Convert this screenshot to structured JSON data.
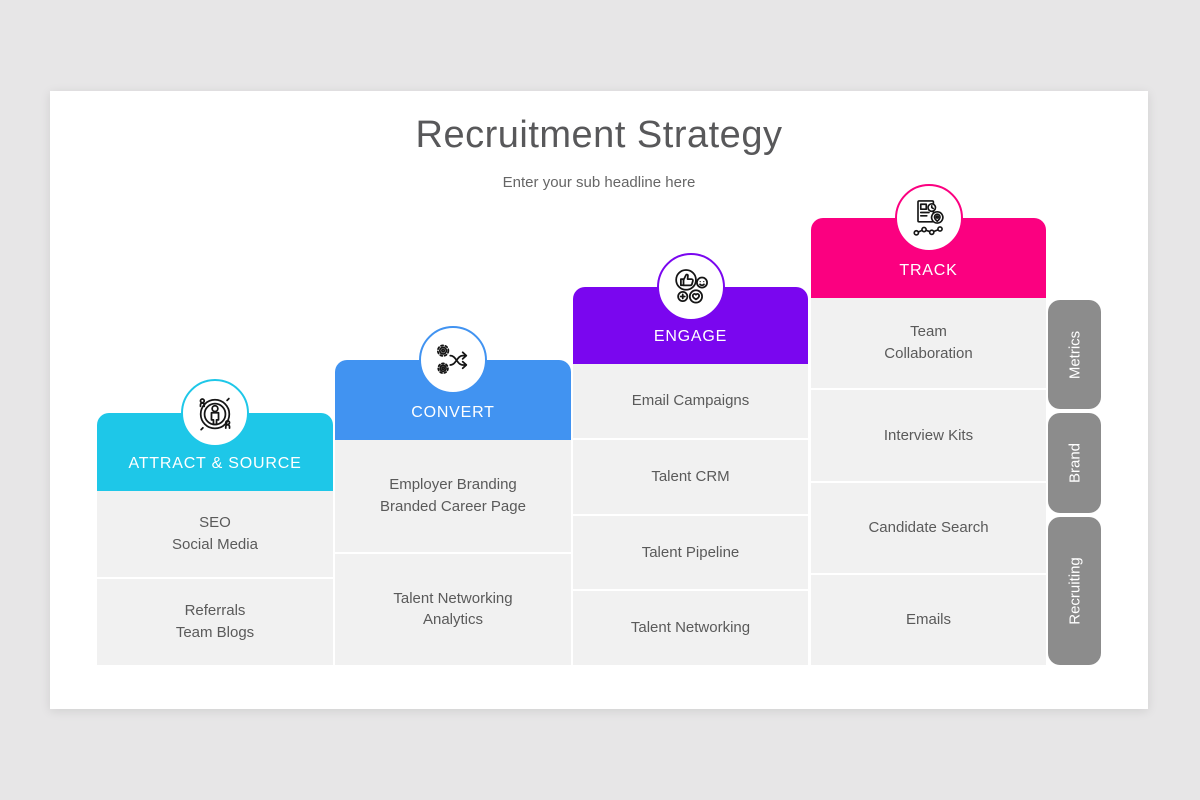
{
  "slide": {
    "title": "Recruitment Strategy",
    "subtitle": "Enter your sub headline here"
  },
  "columns": [
    {
      "label": "ATTRACT & SOURCE",
      "icon": "people-cycle-icon",
      "color": "#1ec7e8",
      "items": [
        "SEO\nSocial Media",
        "Referrals\nTeam Blogs"
      ]
    },
    {
      "label": "CONVERT",
      "icon": "gears-shuffle-icon",
      "color": "#4193f1",
      "items": [
        "Employer Branding\nBranded Career Page",
        "Talent Networking\nAnalytics"
      ]
    },
    {
      "label": "ENGAGE",
      "icon": "reactions-icon",
      "color": "#7a06ef",
      "items": [
        "Email Campaigns",
        "Talent CRM",
        "Talent Pipeline",
        "Talent Networking"
      ]
    },
    {
      "label": "TRACK",
      "icon": "analytics-board-icon",
      "color": "#fb0080",
      "items": [
        "Team\nCollaboration",
        "Interview Kits",
        "Candidate Search",
        "Emails"
      ]
    }
  ],
  "side_tabs": [
    {
      "label": "Metrics"
    },
    {
      "label": "Brand"
    },
    {
      "label": "Recruiting"
    }
  ],
  "colors": {
    "background": "#e7e6e7",
    "slide": "#ffffff",
    "attract": "#1ec7e8",
    "convert": "#4193f1",
    "engage": "#7a06ef",
    "track": "#fb0080",
    "row_background": "#f1f1f1",
    "row_separator": "#ffffff",
    "tab_background": "#8c8c8c",
    "text": "#5a5a5a",
    "title_text": "#58585a"
  }
}
